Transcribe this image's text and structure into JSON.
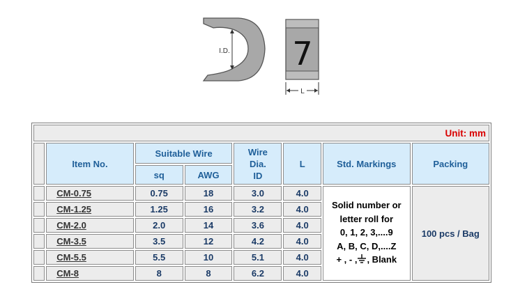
{
  "diagram": {
    "id_label": "I.D.",
    "sample_char": "7",
    "length_label": "L"
  },
  "table": {
    "unit_label": "Unit: mm",
    "headers": {
      "item_no": "Item No.",
      "suitable_wire": "Suitable Wire",
      "sq": "sq",
      "awg": "AWG",
      "wire_dia_line1": "Wire",
      "wire_dia_line2": "Dia.",
      "wire_dia_line3": "ID",
      "length": "L",
      "std_markings": "Std. Markings",
      "packing": "Packing"
    },
    "rows": [
      {
        "item": "CM-0.75",
        "sq": "0.75",
        "awg": "18",
        "dia": "3.0",
        "l": "4.0"
      },
      {
        "item": "CM-1.25",
        "sq": "1.25",
        "awg": "16",
        "dia": "3.2",
        "l": "4.0"
      },
      {
        "item": "CM-2.0",
        "sq": "2.0",
        "awg": "14",
        "dia": "3.6",
        "l": "4.0"
      },
      {
        "item": "CM-3.5",
        "sq": "3.5",
        "awg": "12",
        "dia": "4.2",
        "l": "4.0"
      },
      {
        "item": "CM-5.5",
        "sq": "5.5",
        "awg": "10",
        "dia": "5.1",
        "l": "4.0"
      },
      {
        "item": "CM-8",
        "sq": "8",
        "awg": "8",
        "dia": "6.2",
        "l": "4.0"
      }
    ],
    "markings": {
      "line1": "Solid number or",
      "line2": "letter roll for",
      "line3": "0, 1, 2, 3,....9",
      "line4": "A, B, C, D,....Z",
      "line5_prefix": "+ , - ,",
      "line5_suffix": ", Blank",
      "ground_icon": "ground-symbol"
    },
    "packing": "100 pcs / Bag"
  },
  "colors": {
    "header_bg": "#d6ecfb",
    "header_text": "#1f5f99",
    "cell_bg": "#ececec",
    "unit_text": "#d90000"
  }
}
